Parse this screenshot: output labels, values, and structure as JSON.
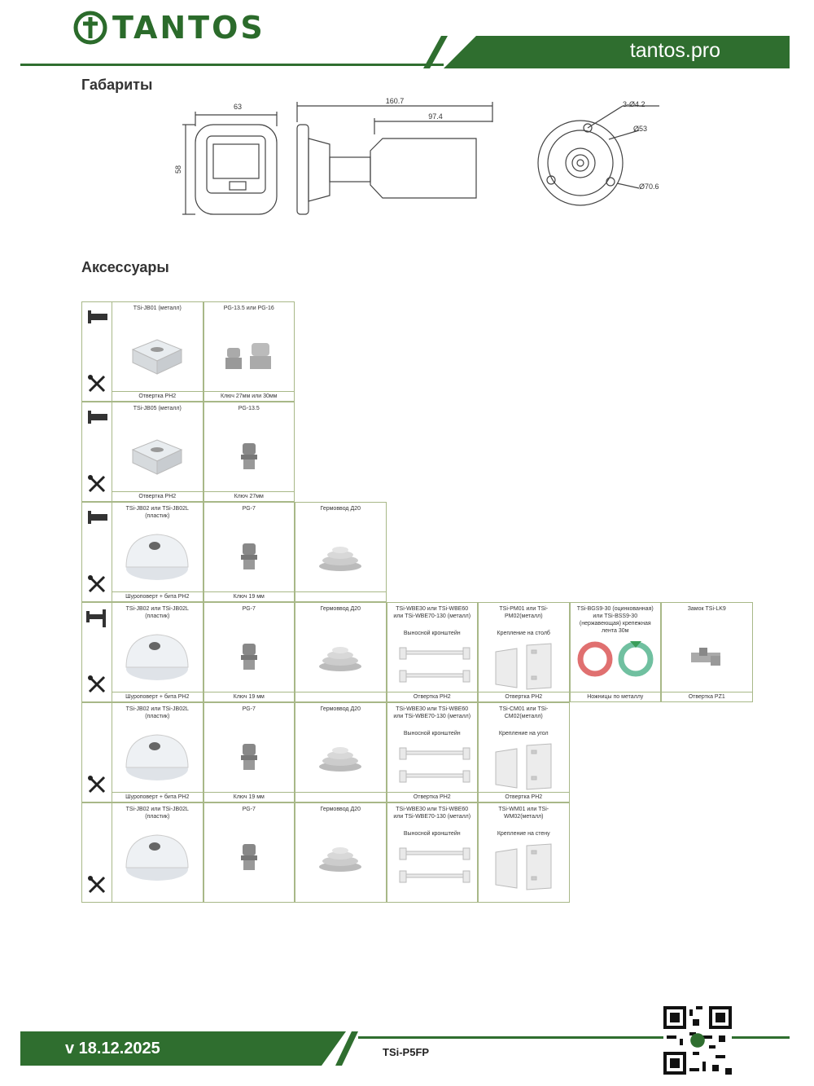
{
  "header": {
    "brand": "TANTOS",
    "website": "tantos.pro"
  },
  "sections": {
    "dimensions_title": "Габариты",
    "accessories_title": "Аксессуары"
  },
  "dimensions": {
    "front_width": "63",
    "front_height": "58",
    "side_total": "160.7",
    "side_body": "97.4",
    "holes": "3-Ø4.2",
    "d1": "Ø53",
    "d2": "Ø70.6"
  },
  "accessory_rows": [
    {
      "mount_icon": "camera-mount-icon",
      "tool_icon": "tools-icon",
      "items": [
        {
          "title": "TSi-JB01 (металл)",
          "foot": "Отвертка PH2",
          "pic": "box"
        },
        {
          "title": "PG-13.5 или PG-16",
          "foot": "Ключ 27мм или 30мм",
          "pic": "gland2"
        }
      ]
    },
    {
      "mount_icon": "camera-mount-icon",
      "tool_icon": "tools-icon",
      "items": [
        {
          "title": "TSi-JB05 (металл)",
          "foot": "Отвертка PH2",
          "pic": "box"
        },
        {
          "title": "PG-13.5",
          "foot": "Ключ 27мм",
          "pic": "gland"
        }
      ]
    },
    {
      "mount_icon": "camera-mount-icon",
      "tool_icon": "tools-icon",
      "items": [
        {
          "title": "TSi-JB02 или TSi-JB02L (пластик)",
          "foot": "Шуроповерт + бита PH2",
          "pic": "dome"
        },
        {
          "title": "PG-7",
          "foot": "Ключ 19 мм",
          "pic": "gland"
        },
        {
          "title": "Гермоввод Д20",
          "foot": "",
          "pic": "grommet"
        }
      ]
    },
    {
      "mount_icon": "pole-mount-icon",
      "tool_icon": "tools-icon",
      "items": [
        {
          "title": "TSi-JB02 или TSi-JB02L (пластик)",
          "foot": "Шуроповерт + бита PH2",
          "pic": "dome"
        },
        {
          "title": "PG-7",
          "foot": "Ключ 19 мм",
          "pic": "gland"
        },
        {
          "title": "Гермоввод Д20",
          "foot": "",
          "pic": "grommet"
        },
        {
          "title": "TSi-WBE30 или TSi-WBE60 или TSi-WBE70-130 (металл)",
          "sub": "Выносной кронштейн",
          "foot": "Отвертка PH2",
          "pic": "arm"
        },
        {
          "title": "TSi-PM01 или TSi-PM02(металл)",
          "sub": "Крепление на столб",
          "foot": "Отвертка PH2",
          "pic": "bracket"
        },
        {
          "title": "TSi-BGS9-30 (оцинкованная) или TSi-BSS9-30 (нержавеющая) крепежная лента 30м",
          "foot": "Ножницы по металлу",
          "pic": "tape"
        },
        {
          "title": "Замок TSi-LK9",
          "foot": "Отвертка PZ1",
          "pic": "lock"
        }
      ]
    },
    {
      "mount_icon": "",
      "tool_icon": "tools-icon",
      "items": [
        {
          "title": "TSi-JB02 или TSi-JB02L (пластик)",
          "foot": "Шуроповерт + бита PH2",
          "pic": "dome"
        },
        {
          "title": "PG-7",
          "foot": "Ключ 19 мм",
          "pic": "gland"
        },
        {
          "title": "Гермоввод Д20",
          "foot": "",
          "pic": "grommet"
        },
        {
          "title": "TSi-WBE30 или TSi-WBE60 или TSi-WBE70-130 (металл)",
          "sub": "Выносной кронштейн",
          "foot": "Отвертка PH2",
          "pic": "arm"
        },
        {
          "title": "TSi-CM01 или TSi-CM02(металл)",
          "sub": "Крепление на угол",
          "foot": "Отвертка PH2",
          "pic": "bracket"
        }
      ]
    },
    {
      "mount_icon": "",
      "tool_icon": "tools-icon",
      "items": [
        {
          "title": "TSi-JB02 или TSi-JB02L (пластик)",
          "foot": "",
          "pic": "dome"
        },
        {
          "title": "PG-7",
          "foot": "",
          "pic": "gland"
        },
        {
          "title": "Гермоввод Д20",
          "foot": "",
          "pic": "grommet"
        },
        {
          "title": "TSi-WBE30 или TSi-WBE60 или TSi-WBE70-130 (металл)",
          "sub": "Выносной кронштейн",
          "foot": "",
          "pic": "arm"
        },
        {
          "title": "TSi-WM01 или TSi-WM02(металл)",
          "sub": "Крепление на стену",
          "foot": "",
          "pic": "bracket"
        }
      ]
    }
  ],
  "footer": {
    "version": "v 18.12.2025",
    "model": "TSi-P5FP"
  }
}
